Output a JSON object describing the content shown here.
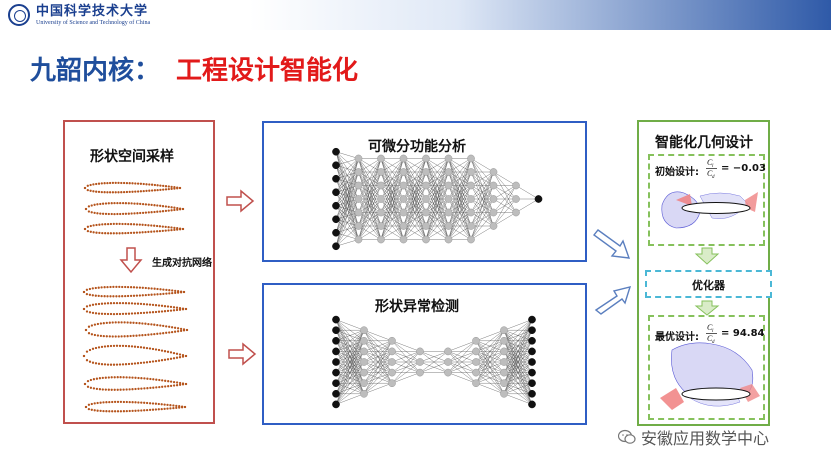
{
  "header": {
    "logo_cn": "中国科学技术大学",
    "logo_en": "University of Science and Technology of China"
  },
  "title": {
    "prefix": "九韶内核：",
    "main": "工程设计智能化"
  },
  "panels": {
    "left": {
      "label": "形状空间采样",
      "arrow_label": "生成对抗网络"
    },
    "mid_top": {
      "label": "可微分功能分析"
    },
    "mid_bottom": {
      "label": "形状异常检测"
    },
    "right": {
      "label": "智能化几何设计",
      "initial_label": "初始设计:",
      "initial_value": "= −0.03",
      "optimizer_label": "优化器",
      "best_label": "最优设计:",
      "best_value": "= 94.84",
      "ratio_num": "C",
      "ratio_num_sub": "l",
      "ratio_den": "C",
      "ratio_den_sub": "d"
    }
  },
  "watermark": {
    "text": "安徽应用数学中心"
  },
  "colors": {
    "title_blue": "#1f4e9c",
    "title_red": "#e21a1a",
    "panel_red": "#c0504d",
    "panel_blue": "#2f5ec4",
    "panel_green": "#70ad47",
    "airfoil_dots": "#b5541c"
  }
}
